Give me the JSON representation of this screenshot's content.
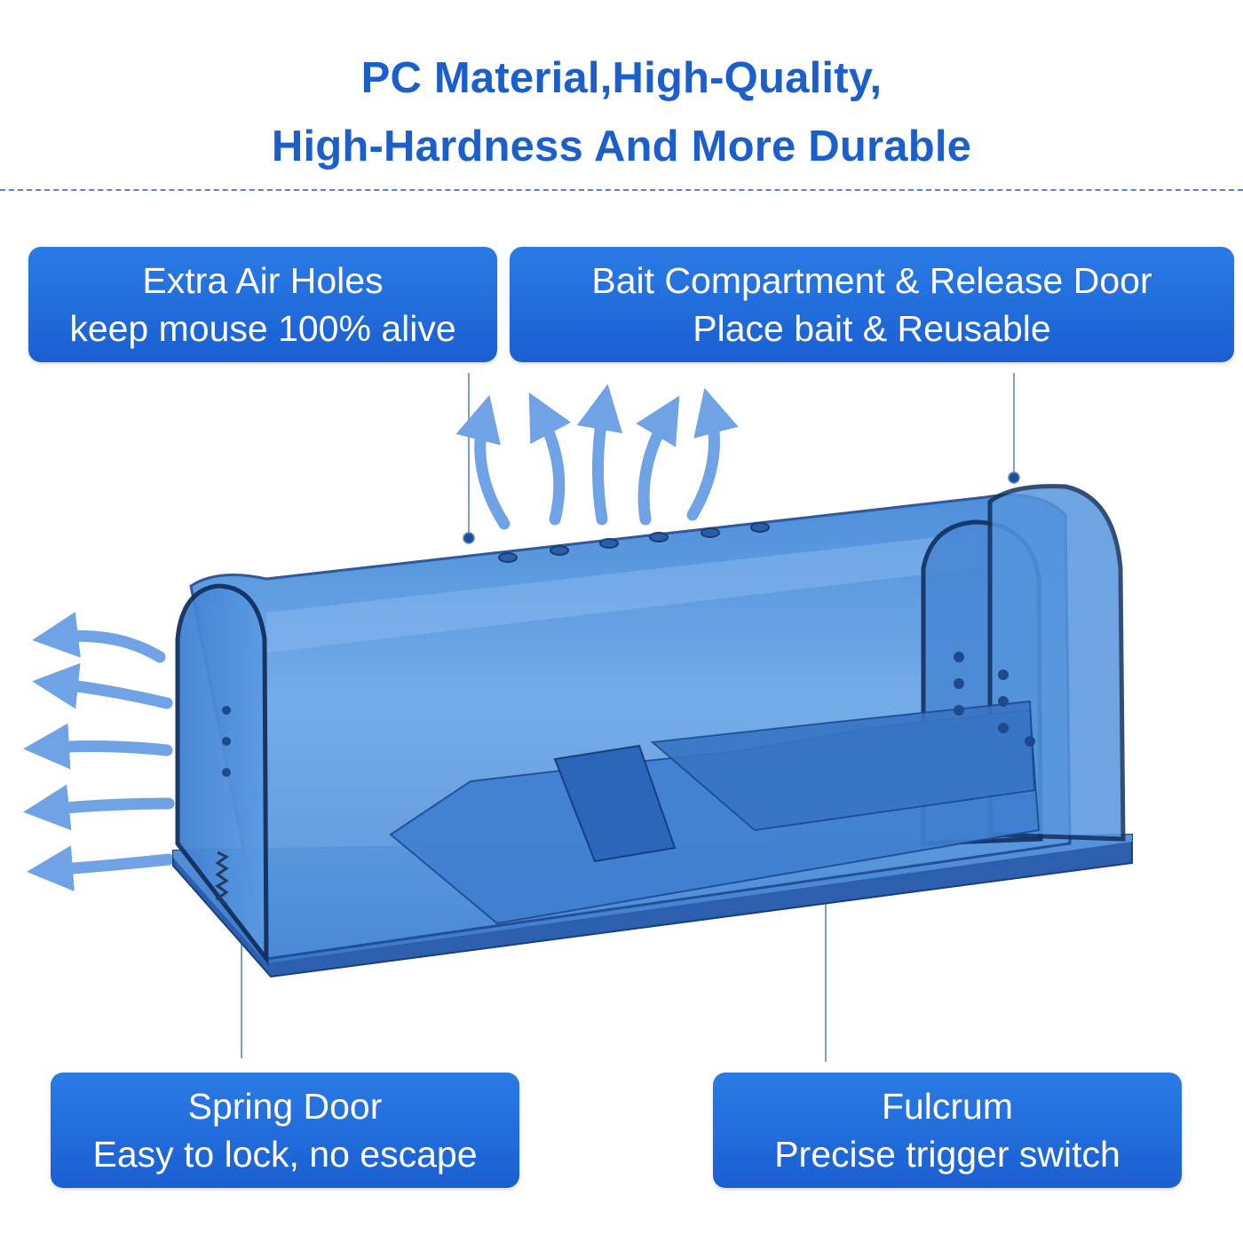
{
  "header": {
    "line1": "PC Material,High-Quality,",
    "line2": "High-Hardness And More Durable"
  },
  "callouts": {
    "air_holes": {
      "line1": "Extra Air Holes",
      "line2": "keep mouse 100% alive"
    },
    "bait": {
      "line1": "Bait Compartment & Release Door",
      "line2": "Place bait & Reusable"
    },
    "spring_door": {
      "line1": "Spring Door",
      "line2": "Easy to lock, no escape"
    },
    "fulcrum": {
      "line1": "Fulcrum",
      "line2": "Precise trigger switch"
    }
  },
  "colors": {
    "headline": "#1a5fcc",
    "callout_bg": "#1f68dc",
    "trap_body": "#4f8fd6",
    "arrow": "#6fa3e6"
  }
}
